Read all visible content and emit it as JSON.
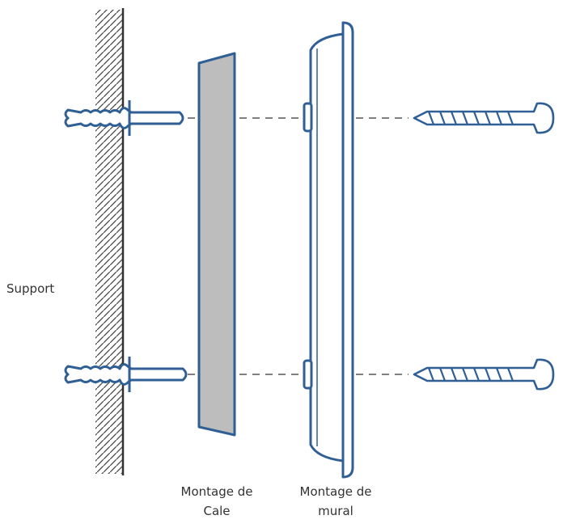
{
  "labels": {
    "support": "Support",
    "cale": [
      "Montage de",
      "Cale"
    ],
    "mural": [
      "Montage de",
      "mural"
    ]
  },
  "colors": {
    "outline": "#2f5f94",
    "outline_light": "#4a7bb0",
    "spacer_fill": "#bdbdbd",
    "hatch": "#4a4a4a",
    "dash": "#555555"
  },
  "icons": [
    "wall-anchor-icon",
    "screw-icon"
  ]
}
